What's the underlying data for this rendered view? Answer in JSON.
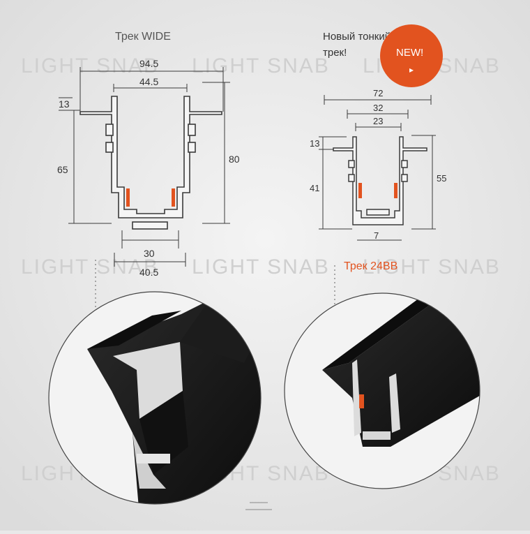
{
  "watermark": "LIGHT SNAB",
  "left_track": {
    "title": "Трек WIDE",
    "dims": {
      "top_overall": "94.5",
      "top_inner": "44.5",
      "flange": "13",
      "height_left": "65",
      "height_right": "80",
      "bottom_inner": "30",
      "bottom_outer": "40.5"
    }
  },
  "right_track": {
    "title_line1": "Новый тонкий",
    "title_line2": "трек!",
    "badge": "NEW!",
    "label": "Трек 24ВВ",
    "dims": {
      "top_overall": "72",
      "mid": "32",
      "inner": "23",
      "flange": "13",
      "height_left": "41",
      "height_right": "55",
      "bottom": "7"
    }
  },
  "colors": {
    "background": "#e9e9e9",
    "accent": "#e2531f",
    "line": "#3a3a3a",
    "profile_black": "#161616"
  }
}
